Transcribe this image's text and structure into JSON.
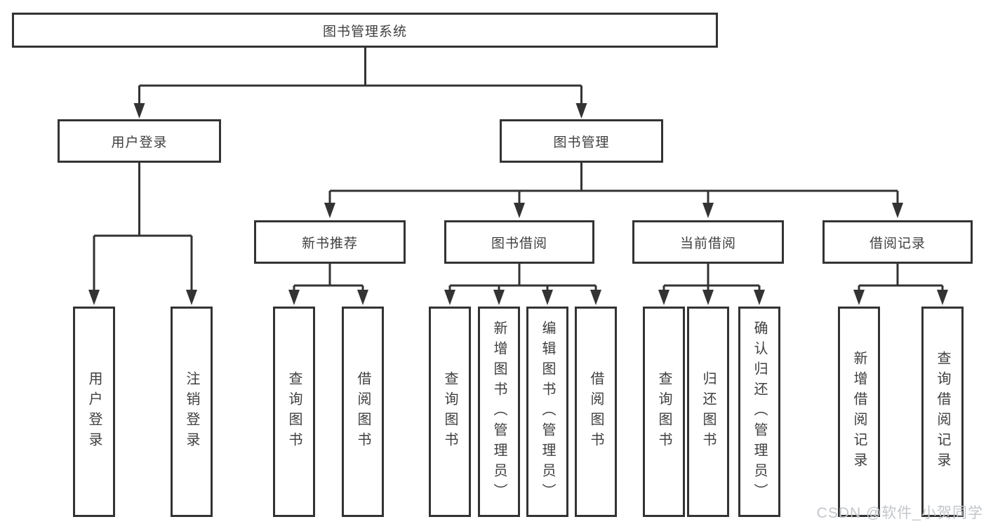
{
  "diagram": {
    "type": "hierarchy-tree",
    "nodes": {
      "root": "图书管理系统",
      "level2": [
        "用户登录",
        "图书管理"
      ],
      "level3": [
        "新书推荐",
        "图书借阅",
        "当前借阅",
        "借阅记录"
      ],
      "leaves": [
        "用户登录",
        "注销登录",
        "查询图书",
        "借阅图书",
        "查询图书",
        "新增图书（管理员）",
        "编辑图书（管理员）",
        "借阅图书",
        "查询图书",
        "归还图书",
        "确认归还（管理员）",
        "新增借阅记录",
        "查询借阅记录"
      ]
    },
    "edges": [
      {
        "from": "图书管理系统",
        "to": [
          "用户登录",
          "图书管理"
        ]
      },
      {
        "from": "用户登录",
        "to": [
          "用户登录",
          "注销登录"
        ]
      },
      {
        "from": "图书管理",
        "to": [
          "新书推荐",
          "图书借阅",
          "当前借阅",
          "借阅记录"
        ]
      },
      {
        "from": "新书推荐",
        "to": [
          "查询图书",
          "借阅图书"
        ]
      },
      {
        "from": "图书借阅",
        "to": [
          "查询图书",
          "新增图书（管理员）",
          "编辑图书（管理员）",
          "借阅图书"
        ]
      },
      {
        "from": "当前借阅",
        "to": [
          "查询图书",
          "归还图书",
          "确认归还（管理员）"
        ]
      },
      {
        "from": "借阅记录",
        "to": [
          "新增借阅记录",
          "查询借阅记录"
        ]
      }
    ]
  },
  "watermark": "CSDN @软件_小贺同学",
  "colors": {
    "line": "#333333",
    "border": "#333333",
    "text": "#3f3f3f",
    "watermark": "#c3c6ca",
    "background": "#ffffff"
  }
}
